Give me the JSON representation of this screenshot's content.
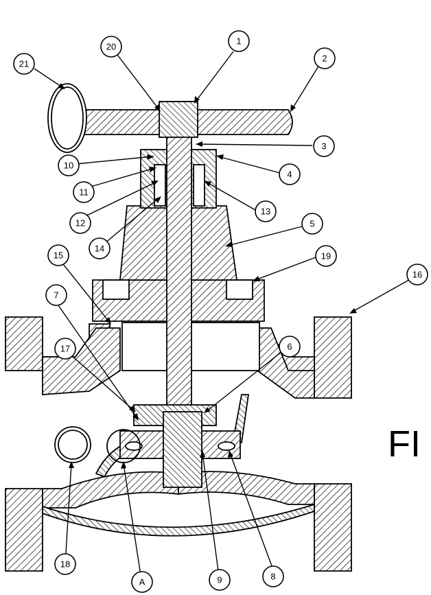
{
  "diagram": {
    "cut_text": "FI",
    "balloons": [
      {
        "id": "1",
        "label": "1"
      },
      {
        "id": "2",
        "label": "2"
      },
      {
        "id": "3",
        "label": "3"
      },
      {
        "id": "4",
        "label": "4"
      },
      {
        "id": "5",
        "label": "5"
      },
      {
        "id": "6",
        "label": "6"
      },
      {
        "id": "7",
        "label": "7"
      },
      {
        "id": "8",
        "label": "8"
      },
      {
        "id": "9",
        "label": "9"
      },
      {
        "id": "10",
        "label": "10"
      },
      {
        "id": "11",
        "label": "11"
      },
      {
        "id": "12",
        "label": "12"
      },
      {
        "id": "13",
        "label": "13"
      },
      {
        "id": "14",
        "label": "14"
      },
      {
        "id": "15",
        "label": "15"
      },
      {
        "id": "16",
        "label": "16"
      },
      {
        "id": "17",
        "label": "17"
      },
      {
        "id": "18",
        "label": "18"
      },
      {
        "id": "19",
        "label": "19"
      },
      {
        "id": "20",
        "label": "20"
      },
      {
        "id": "21",
        "label": "21"
      },
      {
        "id": "A",
        "label": "A"
      }
    ]
  }
}
